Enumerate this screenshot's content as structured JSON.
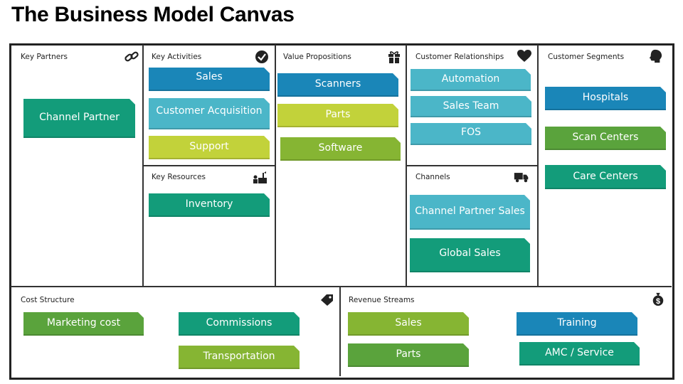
{
  "page": {
    "title": "The Business Model Canvas"
  },
  "colors": {
    "blue": "#1a86b8",
    "teal": "#4bb6c8",
    "lime": "#c2d23a",
    "dark_green": "#139c7a",
    "green": "#5aa33c",
    "olive": "#86b533"
  },
  "sections": {
    "key_partners": {
      "label": "Key Partners",
      "icon": "link-icon",
      "items": [
        "Channel Partner"
      ]
    },
    "key_activities": {
      "label": "Key Activities",
      "icon": "checkmark-icon",
      "items": [
        "Sales",
        "Customer Acquisition",
        "Support"
      ]
    },
    "key_resources": {
      "label": "Key Resources",
      "icon": "factory-icon",
      "items": [
        "Inventory"
      ]
    },
    "value_propositions": {
      "label": "Value Propositions",
      "icon": "gift-icon",
      "items": [
        "Scanners",
        "Parts",
        "Software"
      ]
    },
    "customer_relationships": {
      "label": "Customer Relationships",
      "icon": "heart-icon",
      "items": [
        "Automation",
        "Sales Team",
        "FOS"
      ]
    },
    "channels": {
      "label": "Channels",
      "icon": "truck-icon",
      "items": [
        "Channel Partner Sales",
        "Global Sales"
      ]
    },
    "customer_segments": {
      "label": "Customer Segments",
      "icon": "head-icon",
      "items": [
        "Hospitals",
        "Scan Centers",
        "Care Centers"
      ]
    },
    "cost_structure": {
      "label": "Cost Structure",
      "icon": "tag-icon",
      "items": [
        "Marketing cost",
        "Commissions",
        "Transportation"
      ]
    },
    "revenue_streams": {
      "label": "Revenue Streams",
      "icon": "money-bag-icon",
      "items": [
        "Sales",
        "Training",
        "Parts",
        "AMC / Service"
      ]
    }
  }
}
